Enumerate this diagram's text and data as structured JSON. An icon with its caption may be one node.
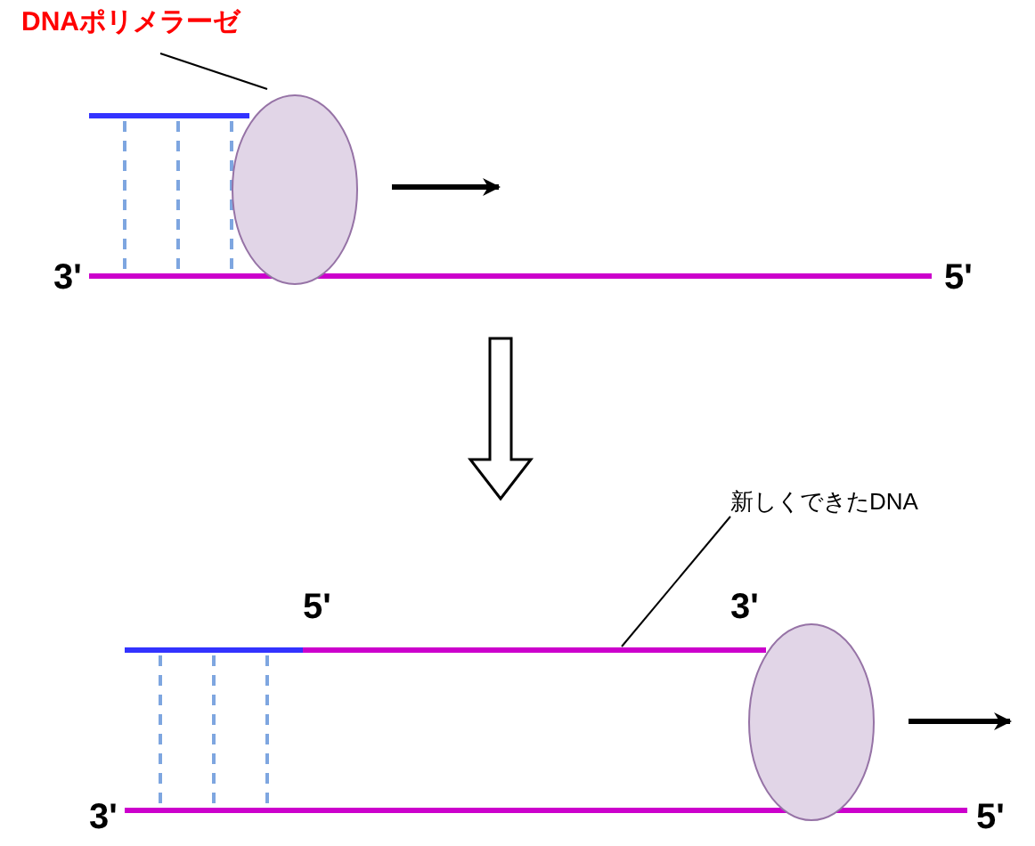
{
  "diagram": {
    "nodes": [
      {
        "text": [
          "DNAポリメラーゼ"
        ]
      },
      {
        "text": [],
        "shape": "ellipse"
      },
      {
        "text": [
          "新しくできたDNA"
        ]
      },
      {
        "text": [],
        "shape": "bar"
      },
      {
        "text": [],
        "shape": "ellipse"
      }
    ],
    "edges": [
      {
        "from": 0,
        "to": 1,
        "arrow": "none"
      },
      {
        "from": 2,
        "to": 3,
        "arrow": "none"
      }
    ],
    "labels": [
      "3'",
      "5'",
      "5'",
      "3'",
      "3'",
      "5'"
    ]
  }
}
